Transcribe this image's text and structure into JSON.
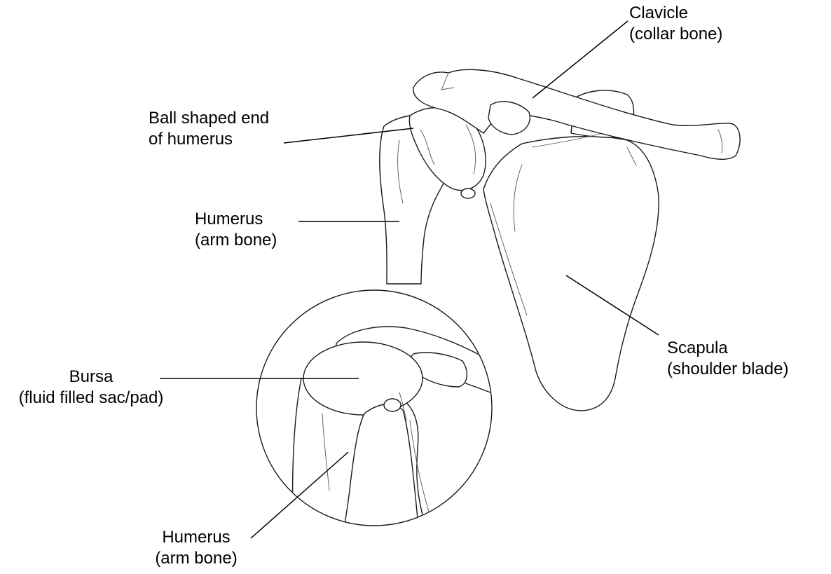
{
  "labels": {
    "clavicle": {
      "line1": "Clavicle",
      "line2": "(collar bone)"
    },
    "ball_end": {
      "line1": "Ball shaped end",
      "line2": "of humerus"
    },
    "humerus_top": {
      "line1": "Humerus",
      "line2": "(arm bone)"
    },
    "scapula": {
      "line1": "Scapula",
      "line2": "(shoulder blade)"
    },
    "bursa": {
      "line1": "Bursa",
      "line2": "(fluid filled sac/pad)"
    },
    "humerus_bottom": {
      "line1": "Humerus",
      "line2": "(arm bone)"
    }
  },
  "colors": {
    "line": "#1a1a1a",
    "text": "#000000",
    "background": "#ffffff"
  }
}
